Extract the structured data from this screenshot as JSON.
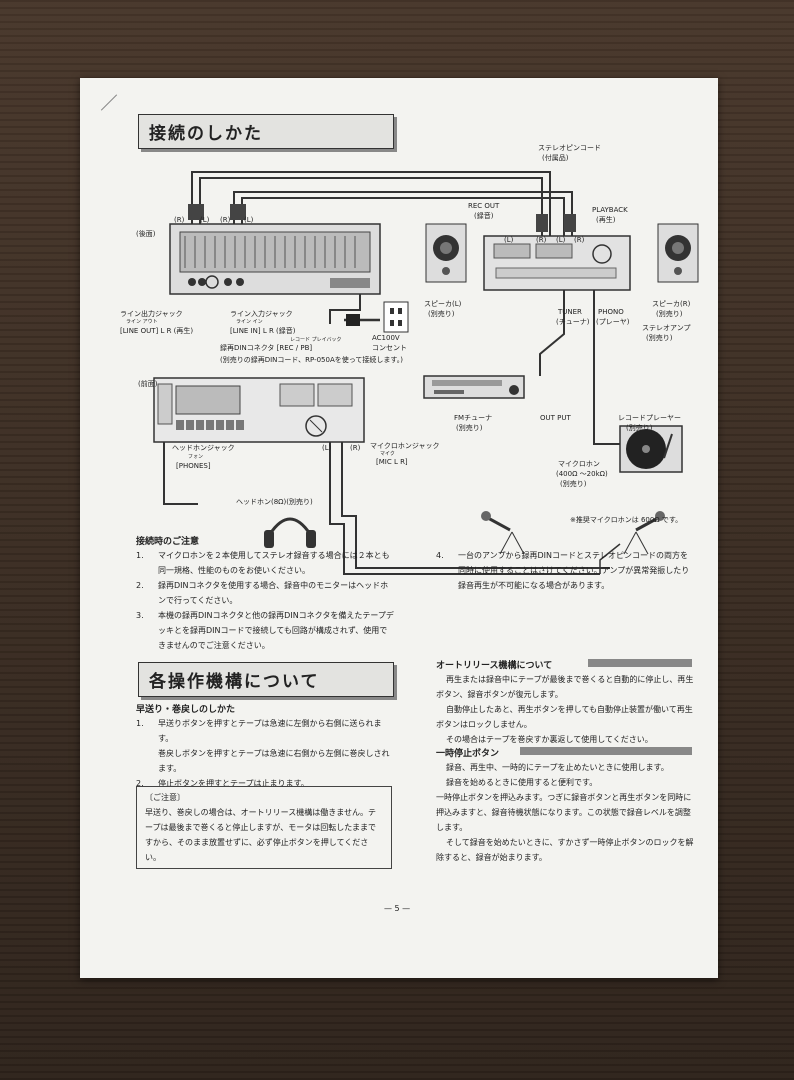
{
  "page": {
    "title": "接続のしかた",
    "page_number": "— 5 —"
  },
  "diagram": {
    "stereo_pin_cord": "ステレオピンコード",
    "stereo_pin_cord_note": "(付属品)",
    "rec_out": "REC OUT",
    "rec_out_jp": "(録音)",
    "playback": "PLAYBACK",
    "playback_jp": "(再生)",
    "rear_label": "(後面)",
    "front_label": "(前面)",
    "r": "(R)",
    "l": "(L)",
    "speaker_l": "スピーカ(L)",
    "speaker_l_note": "(別売り)",
    "speaker_r": "スピーカ(R)",
    "speaker_r_note": "(別売り)",
    "line_out_jack": "ライン出力ジャック",
    "line_out_ruby": "ライン アウト",
    "line_out": "[LINE OUT] L R (再生)",
    "line_in_jack": "ライン入力ジャック",
    "line_in_ruby": "ライン イン",
    "line_in": "[LINE IN] L R (録音)",
    "din_ruby": "レコード プレイバック",
    "din_connector": "録再DINコネクタ [REC / PB]",
    "din_note": "(別売りの録再DINコード、RP-050Aを使って接続します。)",
    "ac_outlet": "AC100V",
    "ac_outlet_jp": "コンセント",
    "tuner": "TUNER",
    "tuner_jp": "(チューナ)",
    "phono": "PHONO",
    "phono_jp": "(プレーヤ)",
    "stereo_amp": "ステレオアンプ",
    "stereo_amp_note": "(別売り)",
    "fm_tuner": "FMチューナ",
    "fm_tuner_note": "(別売り)",
    "output": "OUT PUT",
    "record_player": "レコードプレーヤー",
    "record_player_note": "(別売り)",
    "headphone_jack": "ヘッドホンジャック",
    "headphone_ruby": "フォン",
    "phones": "[PHONES]",
    "headphones": "ヘッドホン(8Ω)(別売り)",
    "mic_jack": "マイクロホンジャック",
    "mic_ruby": "マイク",
    "mic_lr": "[MIC L R]",
    "microphone": "マイクロホン",
    "mic_impedance": "(400Ω 〜20kΩ)",
    "mic_note": "(別売り)",
    "recommended_mic": "※推奨マイクロホンは 600Ω です。"
  },
  "cautions": {
    "heading": "接続時のご注意",
    "items": [
      {
        "num": "1.",
        "text": "マイクロホンを２本使用してステレオ録音する場合には２本とも同一規格、性能のものをお使いください。"
      },
      {
        "num": "2.",
        "text": "録再DINコネクタを使用する場合、録音中のモニターはヘッドホンで行ってください。"
      },
      {
        "num": "3.",
        "text": "本機の録再DINコネクタと他の録再DINコネクタを備えたテープデッキとを録再DINコードで接続しても回路が構成されず、使用できませんのでご注意ください。"
      },
      {
        "num": "4.",
        "text": "一台のアンプから録再DINコードとステレオピンコードの両方を同時に使用することはさけてください。アンプが異常発振したり録音再生が不可能になる場合があります。"
      }
    ]
  },
  "controls": {
    "title": "各操作機構について",
    "ff_rew_heading": "早送り・巻戻しのしかた",
    "ff_items": [
      {
        "num": "1.",
        "text": "早送りボタンを押すとテープは急速に左側から右側に送られます。",
        "sub": "巻戻しボタンを押すとテープは急速に右側から左側に巻戻しされます。"
      },
      {
        "num": "2.",
        "text": "停止ボタンを押すとテープは止まります。",
        "sub": ""
      }
    ],
    "note_title": "〔ご注意〕",
    "note_text": "早送り、巻戻しの場合は、オートリリース機構は働きません。テープは最後まで巻くると停止しますが、モータは回転したままですから、そのまま放置せずに、必ず停止ボタンを押してください。",
    "auto_release_heading": "オートリリース機構について",
    "auto_release_text": [
      "再生または録音中にテープが最後まで巻くると自動的に停止し、再生ボタン、録音ボタンが復元します。",
      "自動停止したあと、再生ボタンを押しても自動停止装置が働いて再生ボタンはロックしません。",
      "その場合はテープを巻戻すか裏返して使用してください。"
    ],
    "pause_heading": "一時停止ボタン",
    "pause_text": [
      "録音、再生中、一時的にテープを止めたいときに使用します。",
      "録音を始めるときに使用すると便利です。",
      "一時停止ボタンを押込みます。つぎに録音ボタンと再生ボタンを同時に押込みますと、録音待機状態になります。この状態で録音レベルを調整します。",
      "そして録音を始めたいときに、すかさず一時停止ボタンのロックを解除すると、録音が始まります。"
    ]
  }
}
